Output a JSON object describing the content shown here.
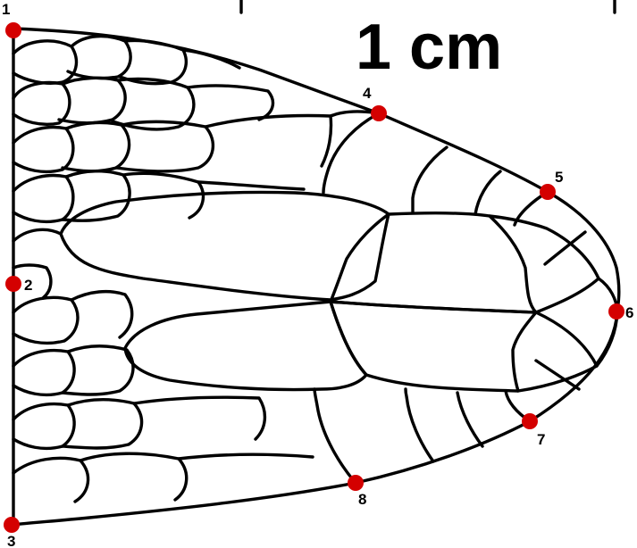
{
  "scale_bar": {
    "label": "1 cm"
  },
  "landmark_color": "#d40000",
  "landmarks": [
    {
      "id": "1",
      "label": "1"
    },
    {
      "id": "2",
      "label": "2"
    },
    {
      "id": "3",
      "label": "3"
    },
    {
      "id": "4",
      "label": "4"
    },
    {
      "id": "5",
      "label": "5"
    },
    {
      "id": "6",
      "label": "6"
    },
    {
      "id": "7",
      "label": "7"
    },
    {
      "id": "8",
      "label": "8"
    }
  ]
}
